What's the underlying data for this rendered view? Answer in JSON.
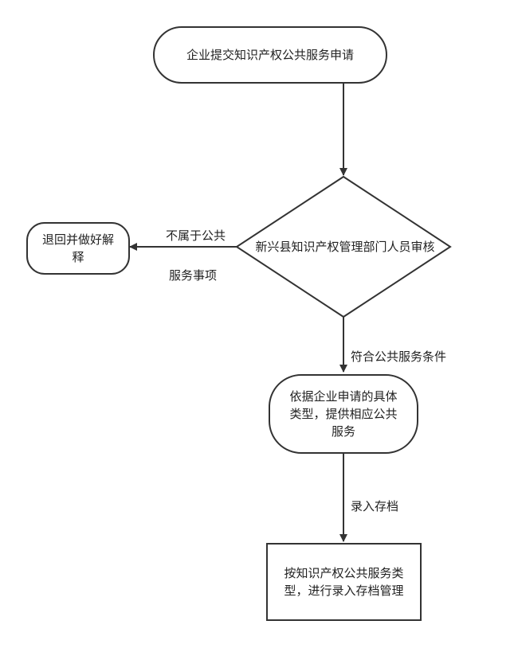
{
  "nodes": {
    "start": {
      "text": "企业提交知识产权公共服务申请"
    },
    "review": {
      "text": "新兴县知识产权管理部门人员审核"
    },
    "reject": {
      "text": "退回并做好解释"
    },
    "provide": {
      "text": "依据企业申请的具体类型，提供相应公共服务"
    },
    "archive": {
      "text": "按知识产权公共服务类型，进行录入存档管理"
    }
  },
  "edges": {
    "not_public_line1": "不属于公共",
    "not_public_line2": "服务事项",
    "meets_conditions": "符合公共服务条件",
    "record_archive": "录入存档"
  }
}
